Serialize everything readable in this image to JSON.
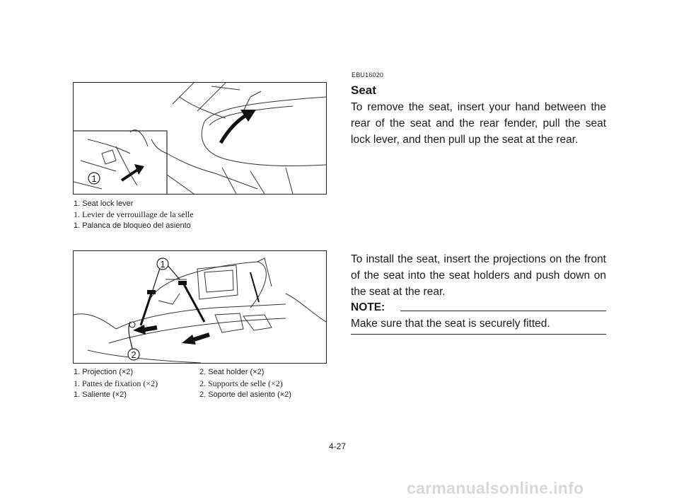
{
  "figure1": {
    "callout": "1",
    "captions": [
      "1.  Seat lock lever",
      "1.  Levier de verrouillage de la selle",
      "1.  Palanca de bloqueo del asiento"
    ]
  },
  "figure2": {
    "callouts": [
      "1",
      "2"
    ],
    "captions_col1": [
      "1.  Projection (×2)",
      "1.  Pattes de fixation (×2)",
      "1.  Saliente (×2)"
    ],
    "captions_col2": [
      "2.  Seat holder (×2)",
      "2.  Supports de selle (×2)",
      "2.  Soporte del asiento (×2)"
    ]
  },
  "section": {
    "code": "EBU16020",
    "title": "Seat",
    "remove_text": "To remove the seat, insert your hand between the rear of the seat and the rear fender, pull the seat lock lever, and then pull up the seat at the rear.",
    "install_text": "To install the seat, insert the projections on the front of the seat into the seat holders and push down on the seat at the rear."
  },
  "note": {
    "label": "NOTE:",
    "text": "Make sure that the seat is securely fitted."
  },
  "page_number": "4-27",
  "watermark": "carmanualsonline.info"
}
